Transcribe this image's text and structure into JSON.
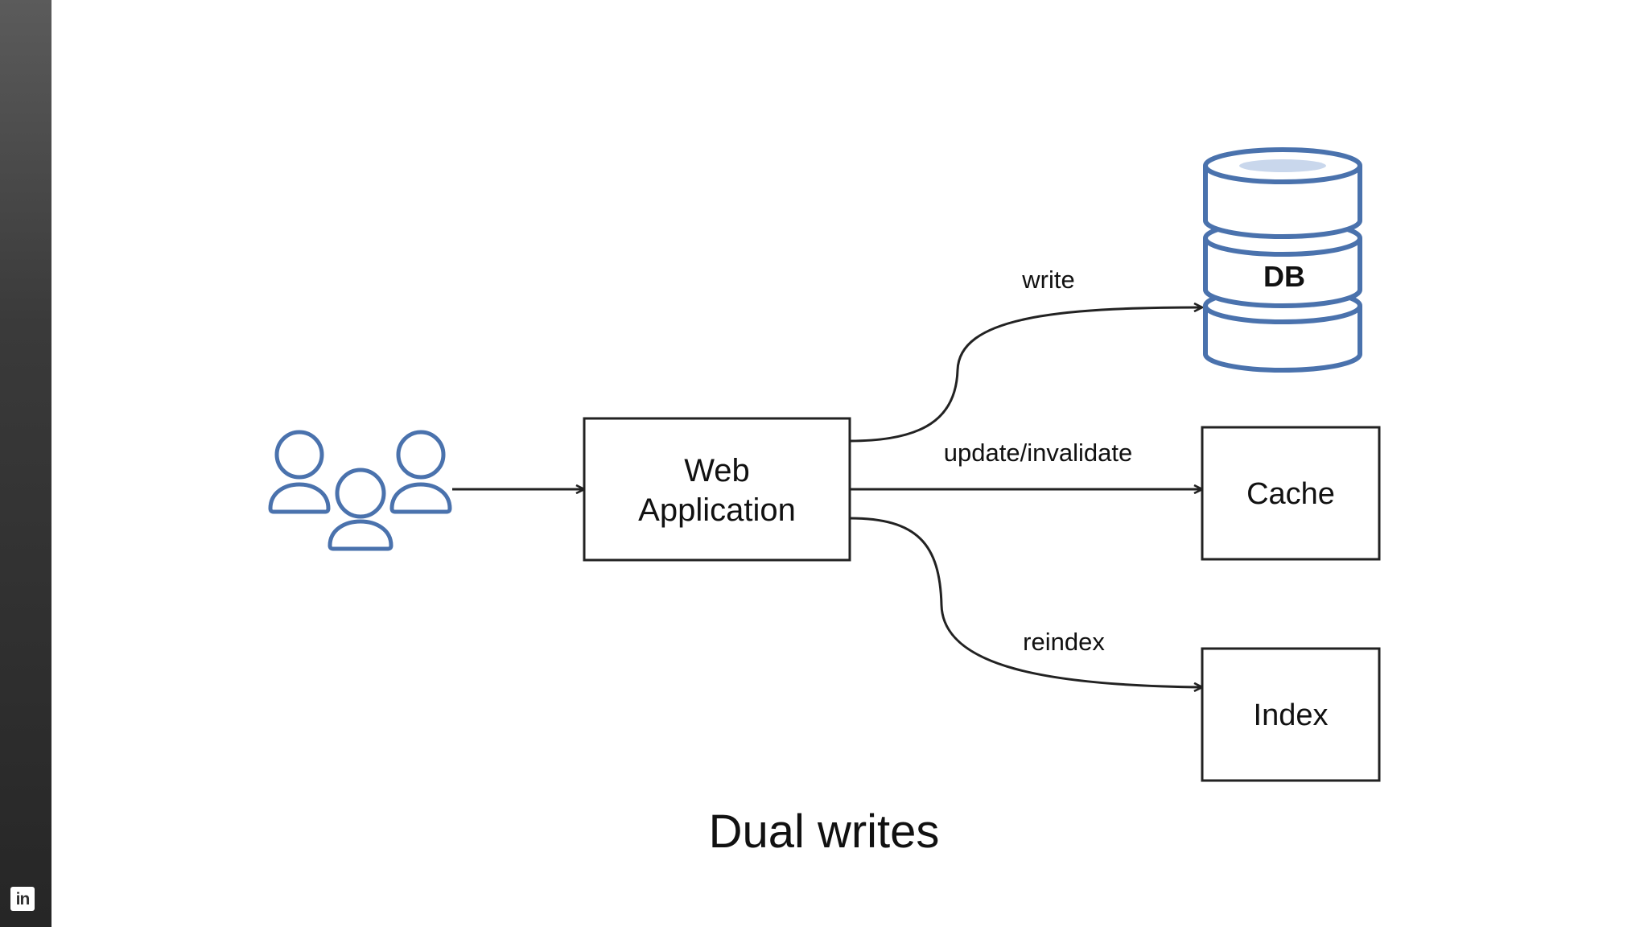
{
  "nodes": {
    "web_app_line1": "Web",
    "web_app_line2": "Application",
    "db": "DB",
    "cache": "Cache",
    "index": "Index"
  },
  "edges": {
    "write": "write",
    "update": "update/invalidate",
    "reindex": "reindex"
  },
  "caption": "Dual writes",
  "sidebar": {
    "logo_text": "in"
  },
  "colors": {
    "icon_blue": "#4a72ad",
    "icon_fill": "#ffffff",
    "db_highlight": "#c9d7ec",
    "stroke": "#222222",
    "sidebar_dark": "#262626"
  }
}
